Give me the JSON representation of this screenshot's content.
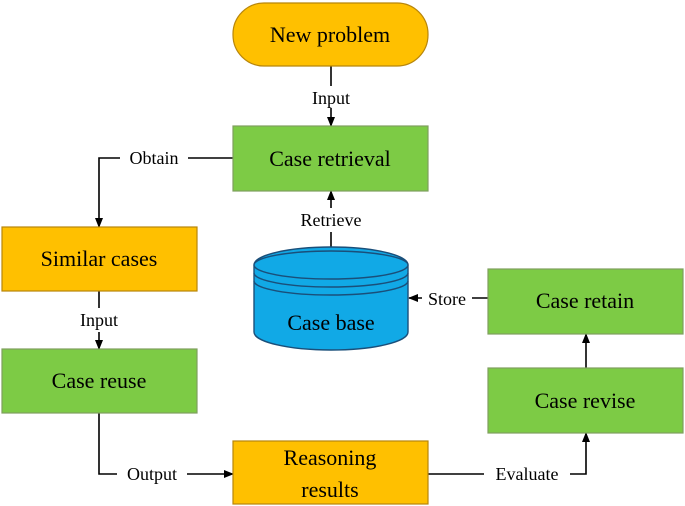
{
  "colors": {
    "green": "#7DCB45",
    "orange": "#FFC000",
    "blue": "#11A9E6",
    "line": "#000000"
  },
  "nodes": {
    "new_problem": "New problem",
    "case_retrieval": "Case retrieval",
    "similar_cases": "Similar cases",
    "case_base": "Case base",
    "case_retain": "Case retain",
    "case_reuse": "Case reuse",
    "case_revise": "Case revise",
    "reasoning_results_line1": "Reasoning",
    "reasoning_results_line2": "results"
  },
  "edges": {
    "input_top": "Input",
    "obtain": "Obtain",
    "retrieve": "Retrieve",
    "store": "Store",
    "input_left": "Input",
    "output": "Output",
    "evaluate": "Evaluate"
  }
}
